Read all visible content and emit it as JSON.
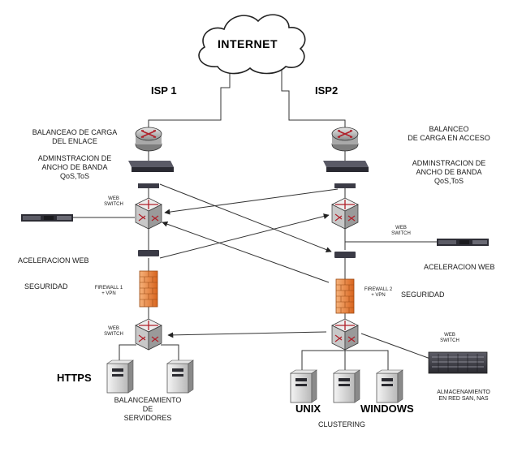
{
  "cloud": {
    "label": "INTERNET"
  },
  "isps": {
    "isp1": "ISP 1",
    "isp2": "ISP2"
  },
  "left": {
    "load_balance": [
      "BALANCEAO DE CARGA",
      "DEL ENLACE"
    ],
    "bandwidth": [
      "ADMINSTRACION DE",
      "ANCHO DE BANDA",
      "QoS,ToS"
    ],
    "web_switch": [
      "WEB",
      "SWITCH"
    ],
    "web_accel": "ACELERACION WEB",
    "security": "SEGURIDAD",
    "firewall": [
      "FIREWALL 1",
      "+ VPN"
    ],
    "web_switch_bottom": [
      "WEB",
      "SWITCH"
    ],
    "https": "HTTPS",
    "server_balance": [
      "BALANCEAMIENTO",
      "DE",
      "SERVIDORES"
    ]
  },
  "right": {
    "load_balance": [
      "BALANCEO",
      "DE CARGA EN ACCESO"
    ],
    "bandwidth": [
      "ADMINSTRACION DE",
      "ANCHO DE BANDA",
      "QoS,ToS"
    ],
    "web_switch": [
      "WEB",
      "SWITCH"
    ],
    "web_accel": "ACELERACION WEB",
    "firewall": [
      "FIREWALL 2",
      "+ VPN"
    ],
    "security": "SEGURIDAD",
    "web_switch_storage": [
      "WEB",
      "SWITCH"
    ],
    "unix": "UNIX",
    "windows": "WINDOWS",
    "clustering": "CLUSTERING",
    "storage": [
      "ALMACENAMIENTO",
      "EN RED SAN, NAS"
    ]
  },
  "colors": {
    "line": "#333333",
    "router": "#8a8a8a",
    "firewall": "#e07a2a",
    "device": "#3a3a44",
    "server": "#cfcfcf"
  }
}
